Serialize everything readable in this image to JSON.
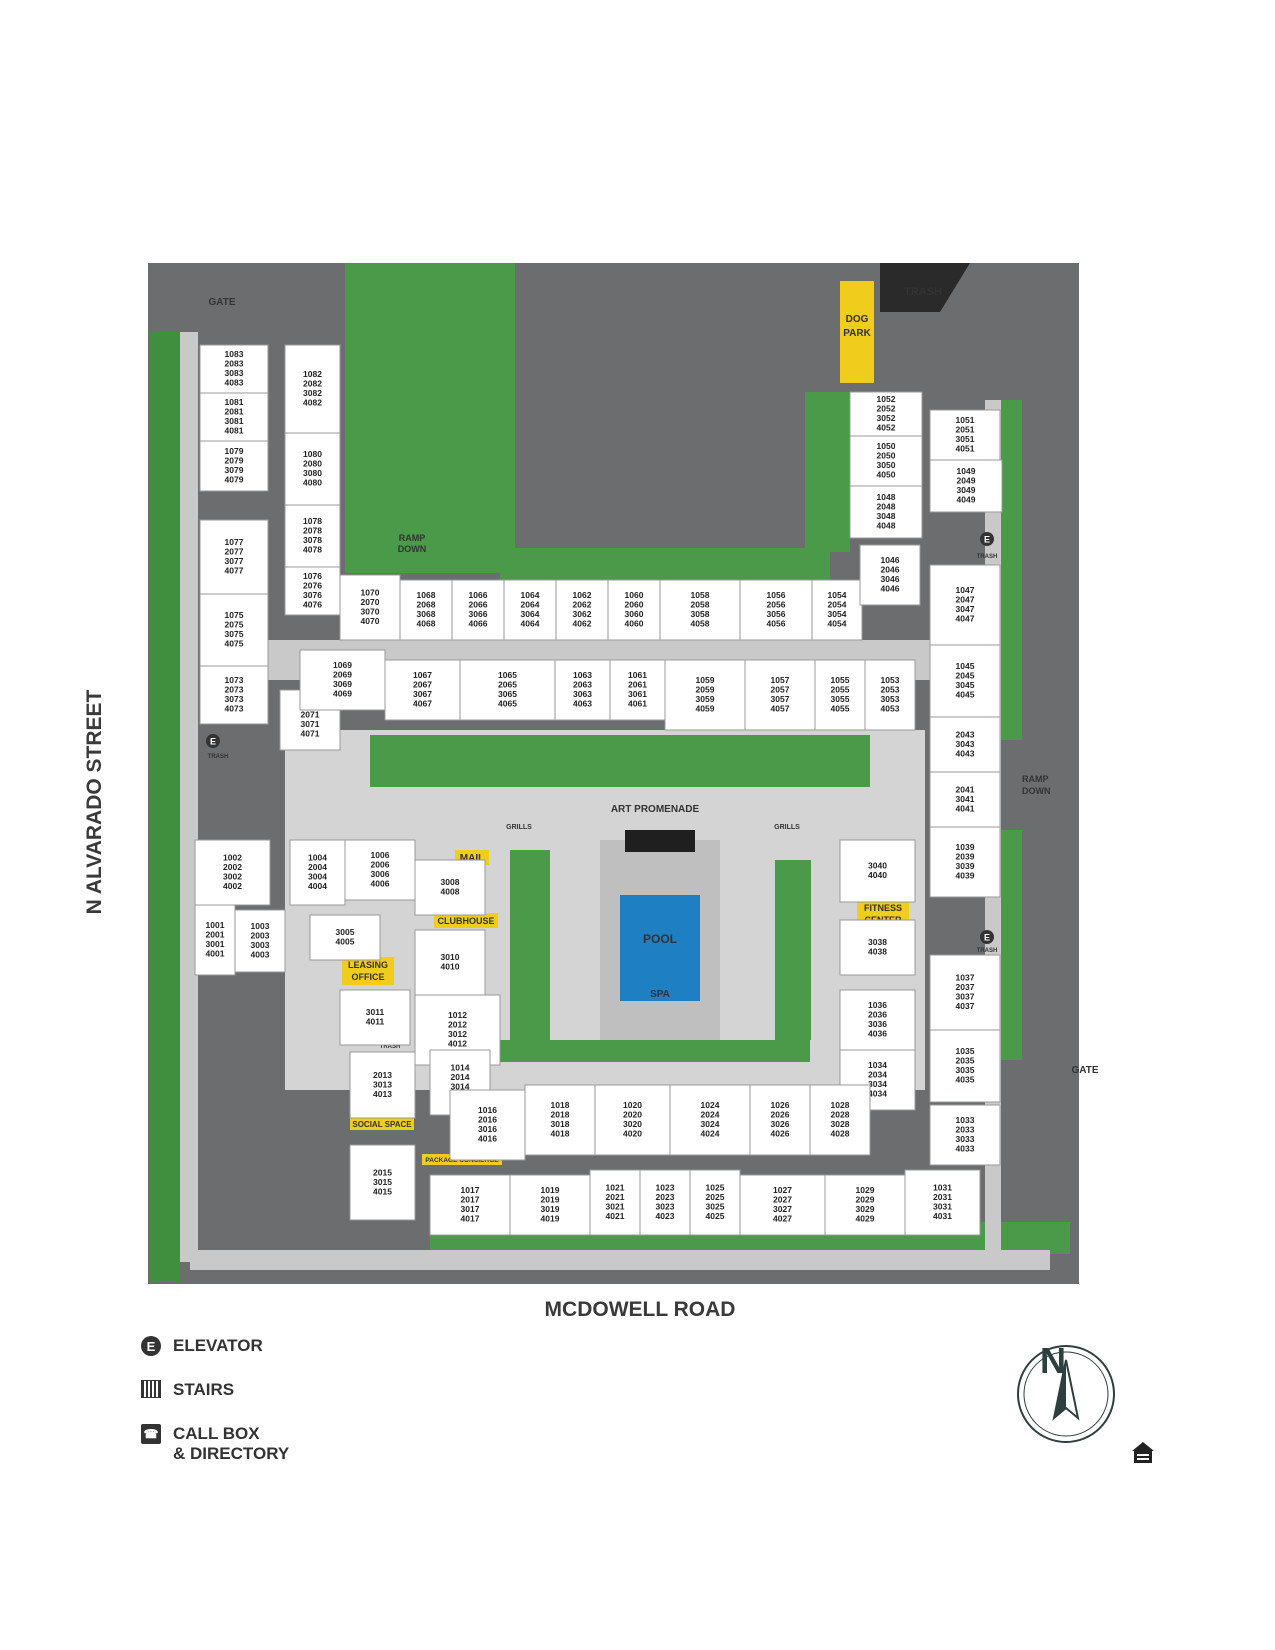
{
  "streets": {
    "west": "N ALVARADO STREET",
    "south": "MCDOWELL ROAD"
  },
  "amenities": {
    "trash_top": "TRASH",
    "dog_park": [
      "DOG",
      "PARK"
    ],
    "gate_nw": "GATE",
    "gate_se": "GATE",
    "ramp_down_north": [
      "RAMP",
      "DOWN"
    ],
    "ramp_down_east": [
      "RAMP",
      "DOWN"
    ],
    "art_promenade": "ART PROMENADE",
    "grills": "GRILLS",
    "mail": "MAIL",
    "clubhouse": "CLUBHOUSE",
    "leasing_office": [
      "LEASING",
      "OFFICE"
    ],
    "fitness_center": [
      "FITNESS",
      "CENTER"
    ],
    "pool": "POOL",
    "spa": "SPA",
    "social_space": "SOCIAL SPACE",
    "package_concierge": "PACKAGE CONCIERGE",
    "trash_small": "TRASH",
    "elevator_glyph": "E"
  },
  "legend": {
    "elevator": "ELEVATOR",
    "stairs": "STAIRS",
    "callbox_1": "CALL BOX",
    "callbox_2": "& DIRECTORY"
  },
  "compass": {
    "north": "N"
  },
  "units": [
    [
      "1083",
      "2083",
      "3083",
      "4083"
    ],
    [
      "1082",
      "2082",
      "3082",
      "4082"
    ],
    [
      "1081",
      "2081",
      "3081",
      "4081"
    ],
    [
      "1080",
      "2080",
      "3080",
      "4080"
    ],
    [
      "1079",
      "2079",
      "3079",
      "4079"
    ],
    [
      "1078",
      "2078",
      "3078",
      "4078"
    ],
    [
      "1077",
      "2077",
      "3077",
      "4077"
    ],
    [
      "1076",
      "2076",
      "3076",
      "4076"
    ],
    [
      "1075",
      "2075",
      "3075",
      "4075"
    ],
    [
      "1073",
      "2073",
      "3073",
      "4073"
    ],
    [
      "1071",
      "2071",
      "3071",
      "4071"
    ],
    [
      "1070",
      "2070",
      "3070",
      "4070"
    ],
    [
      "1068",
      "2068",
      "3068",
      "4068"
    ],
    [
      "1066",
      "2066",
      "3066",
      "4066"
    ],
    [
      "1064",
      "2064",
      "3064",
      "4064"
    ],
    [
      "1062",
      "2062",
      "3062",
      "4062"
    ],
    [
      "1060",
      "2060",
      "3060",
      "4060"
    ],
    [
      "1058",
      "2058",
      "3058",
      "4058"
    ],
    [
      "1056",
      "2056",
      "3056",
      "4056"
    ],
    [
      "1054",
      "2054",
      "3054",
      "4054"
    ],
    [
      "1052",
      "2052",
      "3052",
      "4052"
    ],
    [
      "1051",
      "2051",
      "3051",
      "4051"
    ],
    [
      "1050",
      "2050",
      "3050",
      "4050"
    ],
    [
      "1049",
      "2049",
      "3049",
      "4049"
    ],
    [
      "1048",
      "2048",
      "3048",
      "4048"
    ],
    [
      "1046",
      "2046",
      "3046",
      "4046"
    ],
    [
      "1047",
      "2047",
      "3047",
      "4047"
    ],
    [
      "1045",
      "2045",
      "3045",
      "4045"
    ],
    [
      "1069",
      "2069",
      "3069",
      "4069"
    ],
    [
      "1067",
      "2067",
      "3067",
      "4067"
    ],
    [
      "1065",
      "2065",
      "3065",
      "4065"
    ],
    [
      "1063",
      "2063",
      "3063",
      "4063"
    ],
    [
      "1061",
      "2061",
      "3061",
      "4061"
    ],
    [
      "1059",
      "2059",
      "3059",
      "4059"
    ],
    [
      "1057",
      "2057",
      "3057",
      "4057"
    ],
    [
      "1055",
      "2055",
      "3055",
      "4055"
    ],
    [
      "1053",
      "2053",
      "3053",
      "4053"
    ],
    [
      "2043",
      "3043",
      "4043"
    ],
    [
      "2041",
      "3041",
      "4041"
    ],
    [
      "1039",
      "2039",
      "3039",
      "4039"
    ],
    [
      "1002",
      "2002",
      "3002",
      "4002"
    ],
    [
      "1004",
      "2004",
      "3004",
      "4004"
    ],
    [
      "1006",
      "2006",
      "3006",
      "4006"
    ],
    [
      "3008",
      "4008"
    ],
    [
      "3040",
      "4040"
    ],
    [
      "1001",
      "2001",
      "3001",
      "4001"
    ],
    [
      "1003",
      "2003",
      "3003",
      "4003"
    ],
    [
      "3005",
      "4005"
    ],
    [
      "3010",
      "4010"
    ],
    [
      "3038",
      "4038"
    ],
    [
      "3011",
      "4011"
    ],
    [
      "1012",
      "2012",
      "3012",
      "4012"
    ],
    [
      "1037",
      "2037",
      "3037",
      "4037"
    ],
    [
      "1036",
      "2036",
      "3036",
      "4036"
    ],
    [
      "1014",
      "2014",
      "3014",
      "4014"
    ],
    [
      "1034",
      "2034",
      "3034",
      "4034"
    ],
    [
      "1035",
      "2035",
      "3035",
      "4035"
    ],
    [
      "2013",
      "3013",
      "4013"
    ],
    [
      "1016",
      "2016",
      "3016",
      "4016"
    ],
    [
      "1018",
      "2018",
      "3018",
      "4018"
    ],
    [
      "1020",
      "2020",
      "3020",
      "4020"
    ],
    [
      "1024",
      "2024",
      "3024",
      "4024"
    ],
    [
      "1026",
      "2026",
      "3026",
      "4026"
    ],
    [
      "1028",
      "2028",
      "3028",
      "4028"
    ],
    [
      "1033",
      "2033",
      "3033",
      "4033"
    ],
    [
      "2015",
      "3015",
      "4015"
    ],
    [
      "1017",
      "2017",
      "3017",
      "4017"
    ],
    [
      "1019",
      "2019",
      "3019",
      "4019"
    ],
    [
      "1021",
      "2021",
      "3021",
      "4021"
    ],
    [
      "1023",
      "2023",
      "3023",
      "4023"
    ],
    [
      "1025",
      "2025",
      "3025",
      "4025"
    ],
    [
      "1027",
      "2027",
      "3027",
      "4027"
    ],
    [
      "1029",
      "2029",
      "3029",
      "4029"
    ],
    [
      "1031",
      "2031",
      "3031",
      "4031"
    ]
  ]
}
